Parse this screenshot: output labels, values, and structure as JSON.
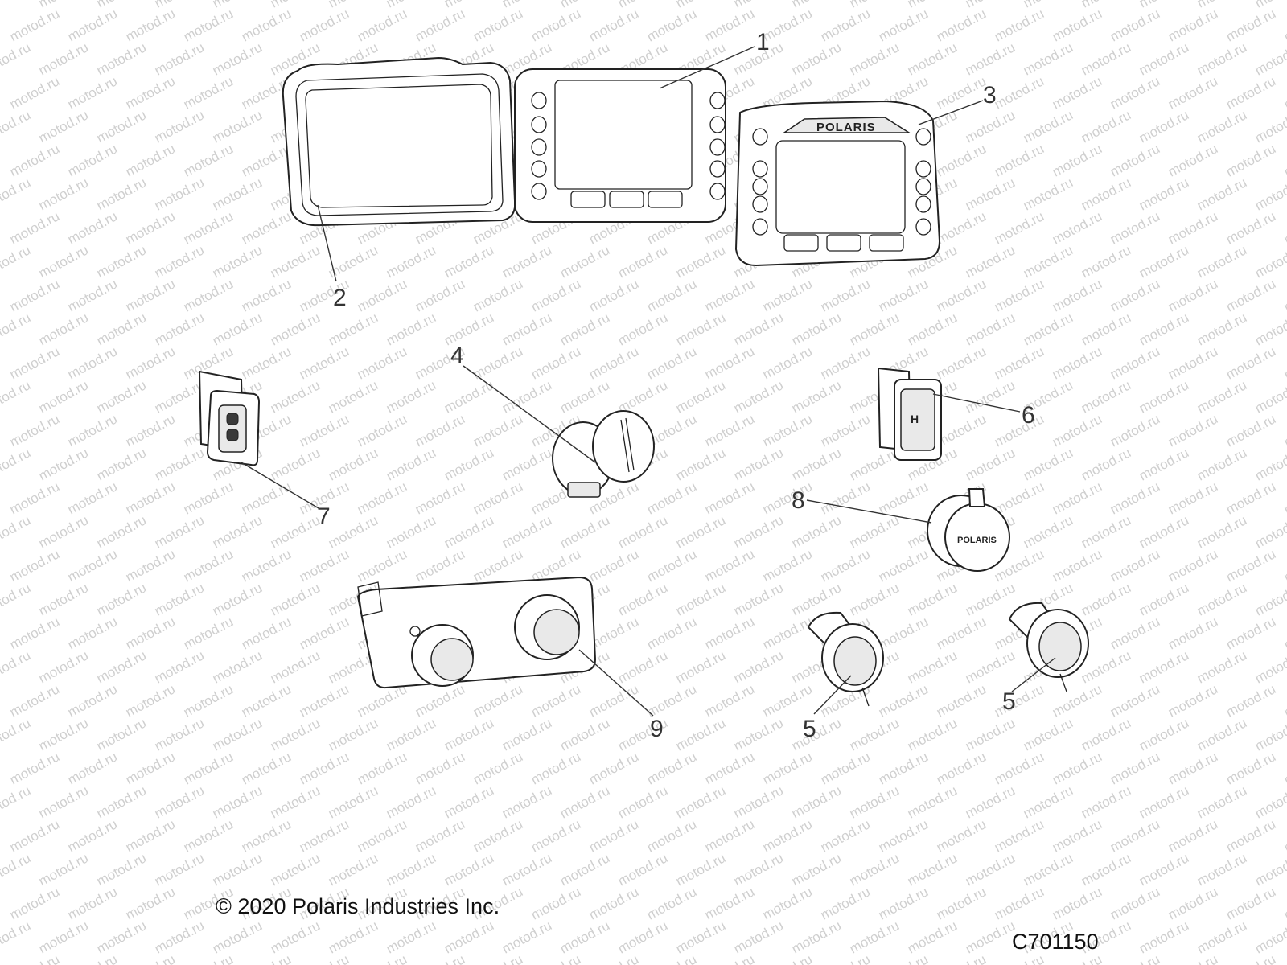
{
  "watermark": "motod.ru",
  "copyright": "© 2020 Polaris Industries Inc.",
  "drawing_number": "C701150",
  "brand_label": "POLARIS",
  "parts": [
    {
      "id": "1",
      "label": "1"
    },
    {
      "id": "2",
      "label": "2"
    },
    {
      "id": "3",
      "label": "3"
    },
    {
      "id": "4",
      "label": "4"
    },
    {
      "id": "5a",
      "label": "5"
    },
    {
      "id": "5b",
      "label": "5"
    },
    {
      "id": "6",
      "label": "6"
    },
    {
      "id": "7",
      "label": "7"
    },
    {
      "id": "8",
      "label": "8"
    },
    {
      "id": "9",
      "label": "9"
    }
  ]
}
